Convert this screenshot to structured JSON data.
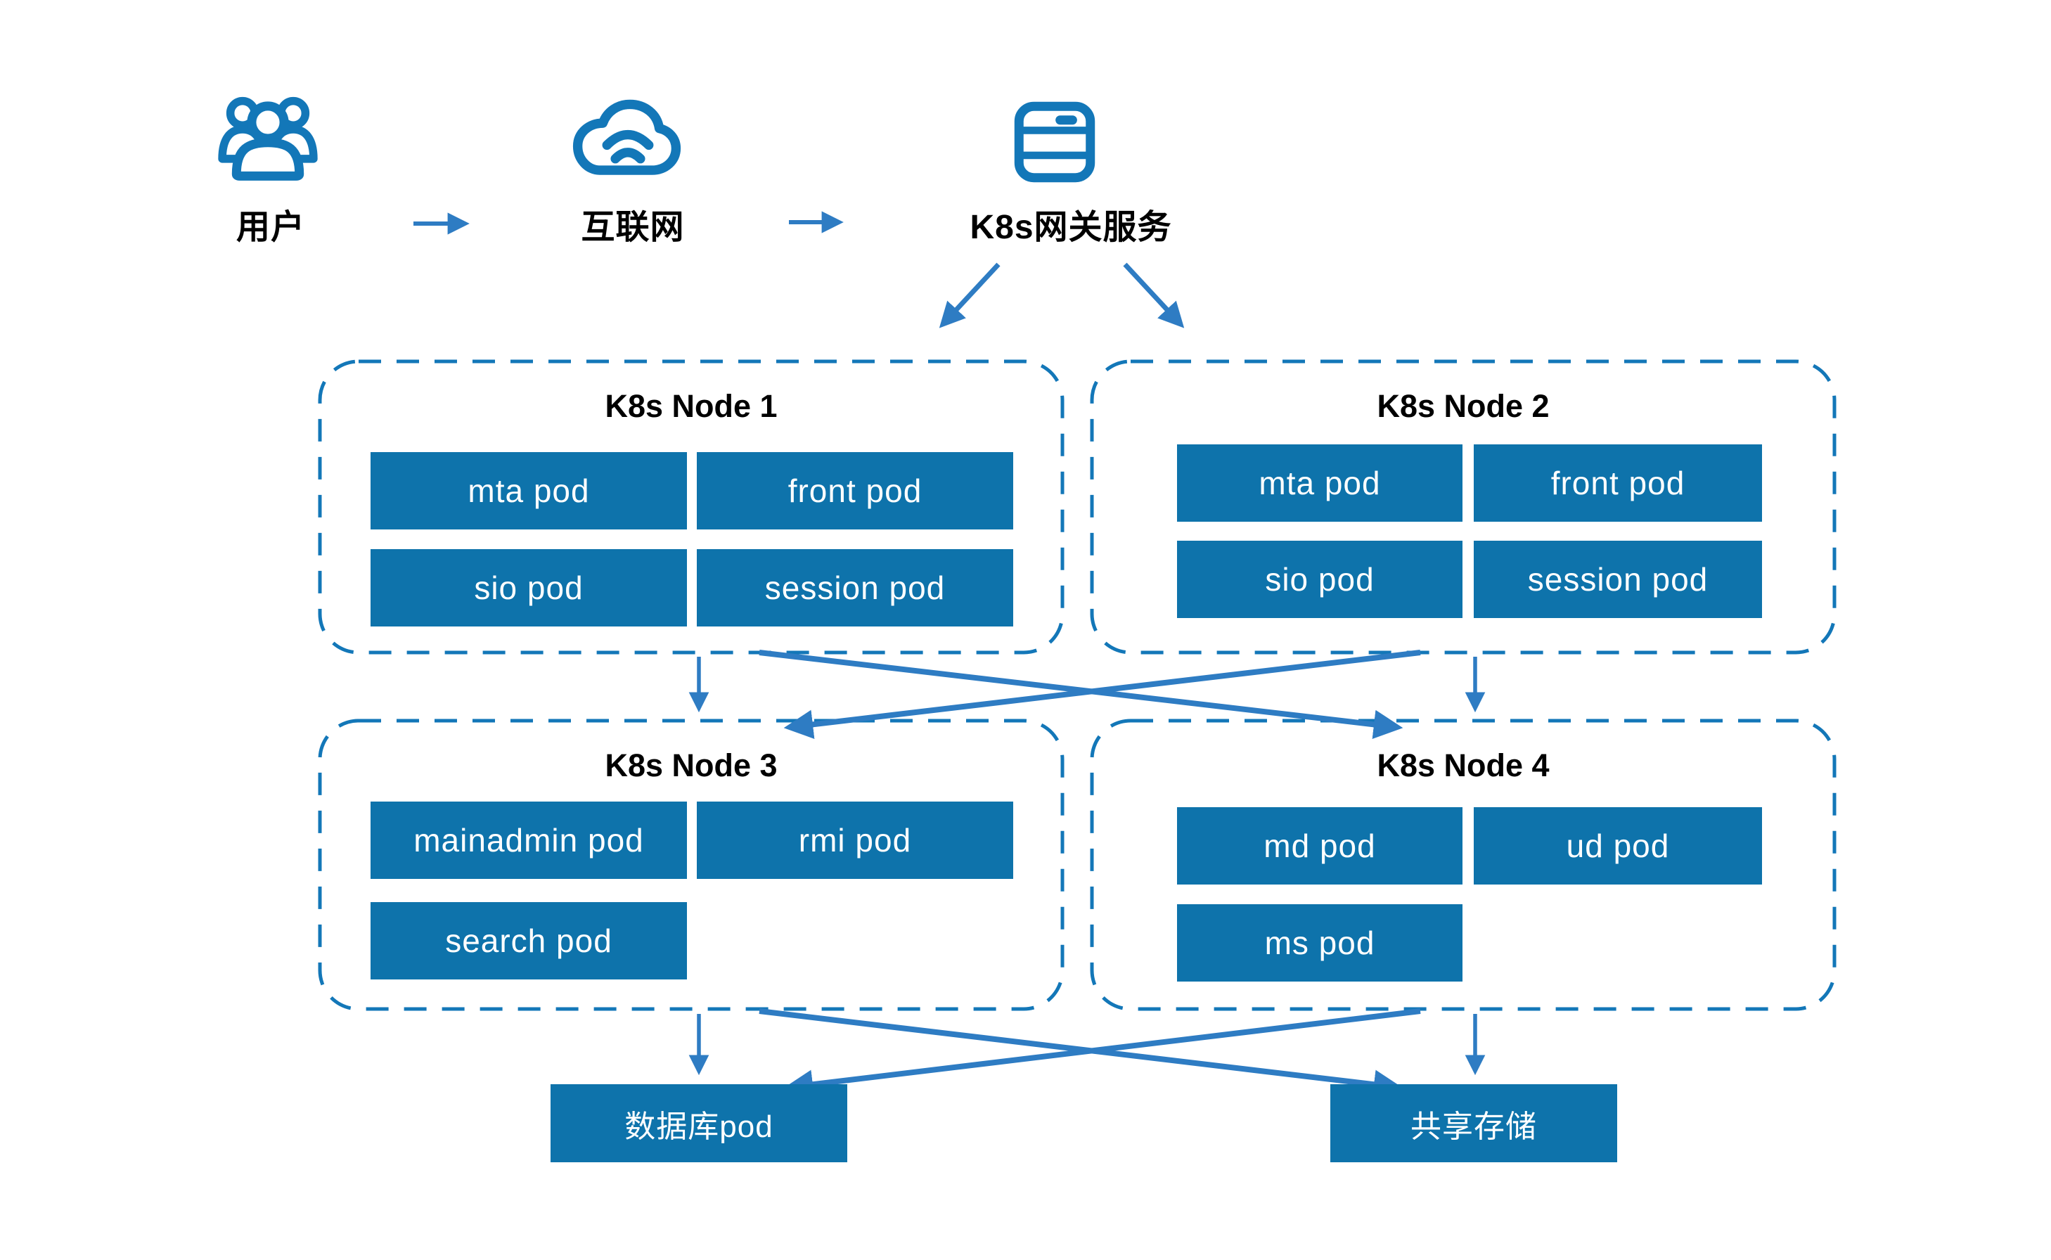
{
  "colors": {
    "pod_fill": "#0e73ab",
    "dashed_border": "#1377b8",
    "arrow": "#2e7cc3",
    "label_text": "#000000",
    "pod_text": "#ffffff"
  },
  "flow": {
    "users_label": "用户",
    "internet_label": "互联网",
    "gateway_label": "K8s网关服务"
  },
  "icons": {
    "users": "users-icon",
    "internet": "cloud-internet-icon",
    "gateway": "server-gateway-icon"
  },
  "nodes": [
    {
      "title": "K8s Node 1",
      "pods": [
        "mta pod",
        "front pod",
        "sio pod",
        "session pod"
      ]
    },
    {
      "title": "K8s Node 2",
      "pods": [
        "mta pod",
        "front pod",
        "sio pod",
        "session pod"
      ]
    },
    {
      "title": "K8s Node 3",
      "pods": [
        "mainadmin pod",
        "rmi pod",
        "search pod"
      ]
    },
    {
      "title": "K8s Node 4",
      "pods": [
        "md pod",
        "ud pod",
        "ms pod"
      ]
    }
  ],
  "storage": {
    "database_label": "数据库pod",
    "shared_label": "共享存储"
  },
  "connections": [
    {
      "from": "用户",
      "to": "互联网"
    },
    {
      "from": "互联网",
      "to": "K8s网关服务"
    },
    {
      "from": "K8s网关服务",
      "to": "K8s Node 1"
    },
    {
      "from": "K8s网关服务",
      "to": "K8s Node 2"
    },
    {
      "from": "K8s Node 1",
      "to": "K8s Node 3"
    },
    {
      "from": "K8s Node 1",
      "to": "K8s Node 4"
    },
    {
      "from": "K8s Node 2",
      "to": "K8s Node 3"
    },
    {
      "from": "K8s Node 2",
      "to": "K8s Node 4"
    },
    {
      "from": "K8s Node 3",
      "to": "数据库pod"
    },
    {
      "from": "K8s Node 3",
      "to": "共享存储"
    },
    {
      "from": "K8s Node 4",
      "to": "数据库pod"
    },
    {
      "from": "K8s Node 4",
      "to": "共享存储"
    }
  ]
}
